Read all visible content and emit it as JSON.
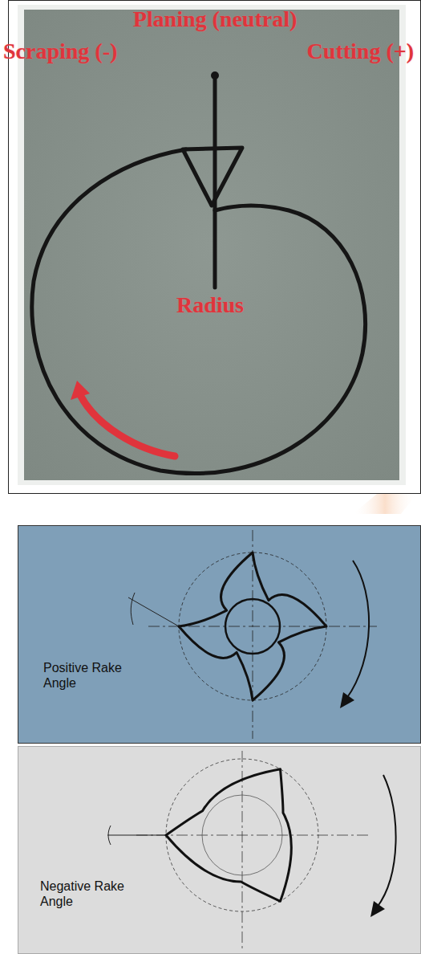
{
  "diagram": {
    "labels": [
      "Planing (neutral)",
      "Scraping (-)",
      "Cutting (+)",
      "Radius",
      "Positive Rake Angle",
      "Negative Rake Angle"
    ]
  }
}
